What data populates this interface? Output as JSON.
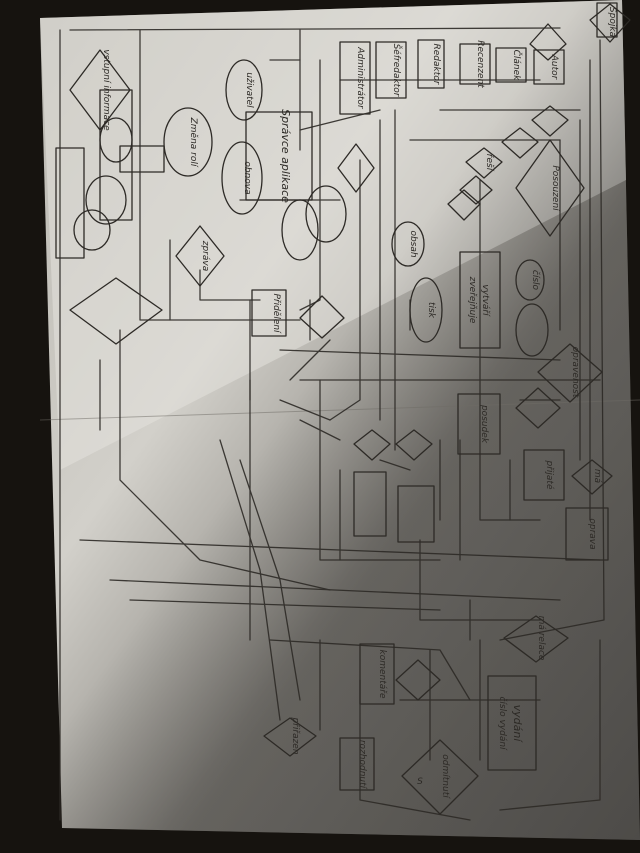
{
  "diagram": {
    "labels": {
      "spojka": "Spojka",
      "autor": "Autor",
      "clanek": "Článek",
      "recenzent": "Recenzent",
      "redaktor": "Redaktor",
      "sefredaktor": "Šéfredaktor",
      "administrator": "Administrátor",
      "uzivatel": "uživatel",
      "spravce_aplikace": "Správce aplikace",
      "zmena_roli": "Změna rolí",
      "prideleni": "Přidělení",
      "posouzeni": "Posouzení",
      "vstupni_informace": "vstupní informace",
      "zprava": "zpráva",
      "opravenost": "opravenost",
      "posudek": "posudek",
      "prijate": "přijaté",
      "ma": "má",
      "vytvari": "vytváří",
      "zverejnuje": "zveřejňuje",
      "resi": "řeší",
      "oprava": "oprava",
      "ma_relace": "má relace",
      "vydani": "vydání",
      "cislo_vydani": "číslo vydání",
      "komentare": "komentáře",
      "rozhodnuti": "rozhodnutí",
      "prirazen": "přiřazen",
      "odmitnuti": "odmítnutí",
      "obnova": "obnova",
      "cislo": "číslo",
      "obsah": "obsah",
      "tisk": "tisk",
      "s": "S"
    }
  }
}
